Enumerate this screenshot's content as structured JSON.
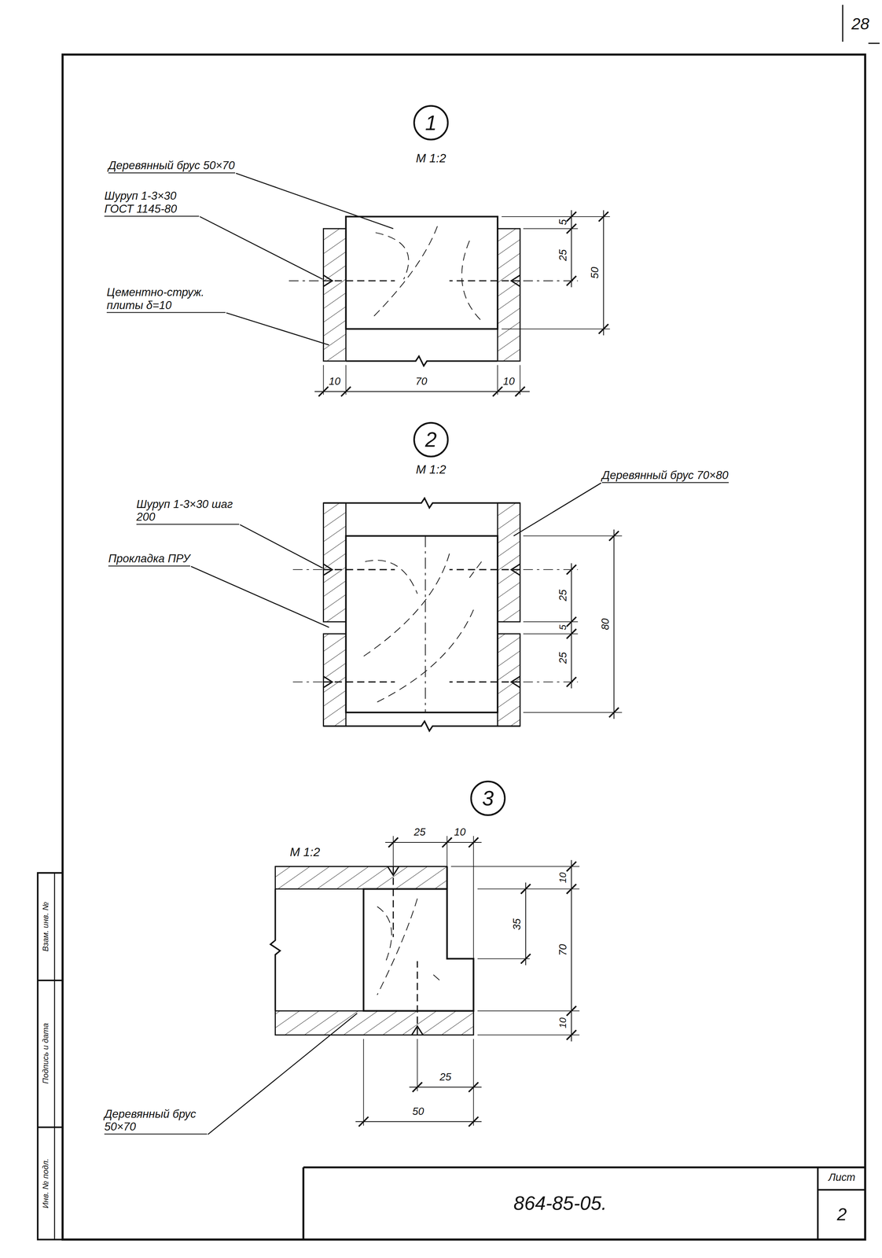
{
  "diagram": {
    "nodes": [
      {
        "text": [
          "1"
        ]
      },
      {
        "text": [
          "2"
        ]
      },
      {
        "text": [
          "3"
        ]
      },
      {
        "text": [
          "864-85-05."
        ]
      },
      {
        "text": [
          "Лист",
          "2"
        ]
      }
    ],
    "labels": [
      "28",
      "М 1:2",
      "Деревянный брус 50×70",
      "Шуруп 1-3×30 ГОСТ 1145-80",
      "Цементно-струж. плиты δ=10",
      "5",
      "25",
      "50",
      "10",
      "70",
      "10",
      "М 1:2",
      "Шуруп 1-3×30 шаг 200",
      "Прокладка ПРУ",
      "Деревянный брус 70×80",
      "25",
      "5",
      "25",
      "80",
      "М 1:2",
      "25",
      "10",
      "10",
      "35",
      "70",
      "10",
      "25",
      "50",
      "Деревянный брус 50×70",
      "Взам. инв. №",
      "Подпись и дата",
      "Инв. № подл."
    ]
  }
}
